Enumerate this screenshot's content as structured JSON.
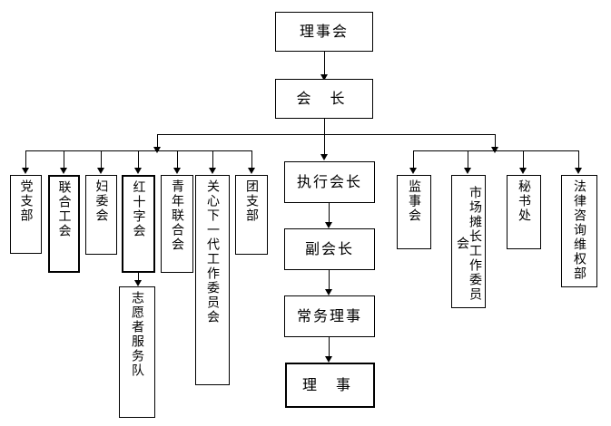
{
  "diagram": {
    "title_node": "理事会",
    "type": "organizational-chart",
    "orientation": "top-down",
    "line_color": "#000000",
    "box_fill": "#ffffff",
    "box_border": "#000000"
  },
  "nodes": {
    "board": {
      "label": "理事会"
    },
    "president": {
      "label": "会 长"
    },
    "executive_president": {
      "label": "执行会长"
    },
    "vice_president": {
      "label": "副会长"
    },
    "standing_director": {
      "label": "常务理事"
    },
    "director": {
      "label": "理 事"
    }
  },
  "left_branch": [
    {
      "label": "党支部"
    },
    {
      "label": "联合工会"
    },
    {
      "label": "妇委会"
    },
    {
      "label": "红十字会"
    },
    {
      "label": "青年联合会"
    },
    {
      "label": "关心下一代工作委员会"
    },
    {
      "label": "团支部"
    }
  ],
  "left_branch_sub": [
    {
      "label": "志愿者服务队",
      "parent": "红十字会"
    }
  ],
  "right_branch": [
    {
      "label": "监事会"
    },
    {
      "label": "市场摊长工作委员会"
    },
    {
      "label": "秘书处"
    },
    {
      "label": "法律咨询维权部"
    }
  ]
}
